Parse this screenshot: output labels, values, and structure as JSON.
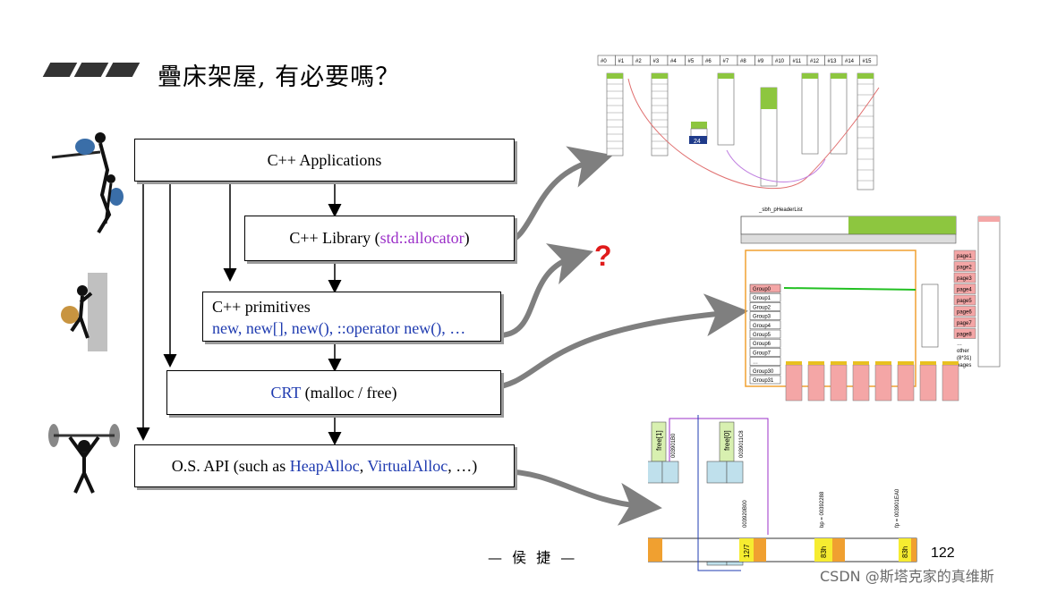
{
  "title": "疊床架屋, 有必要嗎？",
  "layers": {
    "applications": "C++ Applications",
    "library_prefix": "C++ Library (",
    "library_alloc": "std::allocator",
    "library_suffix": ")",
    "primitives_line1": "C++ primitives",
    "primitives_line2": "new, new[], new(), ::operator new(), …",
    "crt_name": "CRT",
    "crt_rest": " (malloc / free)",
    "os_prefix": "O.S. API (such as ",
    "os_heap": "HeapAlloc",
    "os_sep": ", ",
    "os_virtual": "VirtualAlloc",
    "os_suffix": ", …)"
  },
  "question_mark": "?",
  "right_top": {
    "slots": [
      "#0",
      "#1",
      "#2",
      "#3",
      "#4",
      "#5",
      "#6",
      "#7",
      "#8",
      "#9",
      "#10",
      "#11",
      "#12",
      "#13",
      "#14",
      "#15"
    ],
    "block_label": "24"
  },
  "right_mid": {
    "header_list_label": "_sbh_pHeaderList",
    "groups": [
      "Group0",
      "Group1",
      "Group2",
      "Group3",
      "Group4",
      "Group5",
      "Group6",
      "Group7",
      "…",
      "Group30",
      "Group31"
    ],
    "pages": [
      "page1",
      "page2",
      "page3",
      "page4",
      "page5",
      "page6",
      "page7",
      "page8"
    ],
    "pages_other": [
      "…",
      "other",
      "(8*31)",
      "pages"
    ]
  },
  "right_bottom": {
    "free_labels": [
      "free[1]",
      "free[0]"
    ],
    "addresses": [
      "003901B0",
      "0039011C8",
      "003920B00",
      "00392288",
      "003901EA0"
    ],
    "cell_labels": [
      "12/7",
      "83h",
      "83h"
    ],
    "pointer_labels": [
      "bp = 00392288",
      "fp = 003901EA0"
    ]
  },
  "footer": {
    "author": "— 侯 捷 —",
    "page_number": "122",
    "watermark": "CSDN @斯塔克家的真维斯"
  },
  "colors": {
    "arrow_gray": "#7f7f7f",
    "alloc_purple": "#9b30c8",
    "api_blue": "#1f3bb0",
    "question_red": "#e01b1b",
    "chunk_green": "#8dc63f",
    "page_pink": "#f4a6a6",
    "header_orange": "#f0a030"
  }
}
